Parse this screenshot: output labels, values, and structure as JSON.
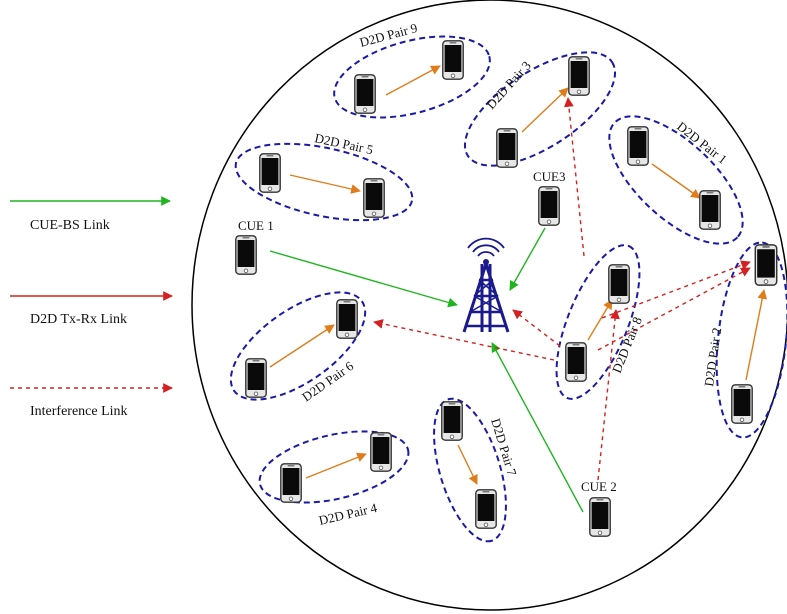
{
  "legend": {
    "cue_bs": {
      "label": "CUE-BS Link",
      "color": "#1fb51f"
    },
    "d2d": {
      "label": "D2D Tx-Rx Link",
      "color": "#e07c1a"
    },
    "interference": {
      "label": "Interference Link",
      "color": "#d42020"
    }
  },
  "base_station": {
    "icon": "base-station-tower-icon",
    "color": "#1a1a8c"
  },
  "cues": [
    {
      "id": "cue1",
      "label": "CUE 1"
    },
    {
      "id": "cue2",
      "label": "CUE 2"
    },
    {
      "id": "cue3",
      "label": "CUE3"
    }
  ],
  "pairs": [
    {
      "id": "p1",
      "label": "D2D Pair 1"
    },
    {
      "id": "p2",
      "label": "D2D Pair 2"
    },
    {
      "id": "p3",
      "label": "D2D Pair 3"
    },
    {
      "id": "p4",
      "label": "D2D Pair 4"
    },
    {
      "id": "p5",
      "label": "D2D Pair 5"
    },
    {
      "id": "p6",
      "label": "D2D Pair 6"
    },
    {
      "id": "p7",
      "label": "D2D Pair 7"
    },
    {
      "id": "p8",
      "label": "D2D Pair 8"
    },
    {
      "id": "p9",
      "label": "D2D Pair 9"
    }
  ],
  "device_icon": "smartphone-icon",
  "cell_color": "#000000",
  "pair_ellipse_color": "#1a1aa6"
}
